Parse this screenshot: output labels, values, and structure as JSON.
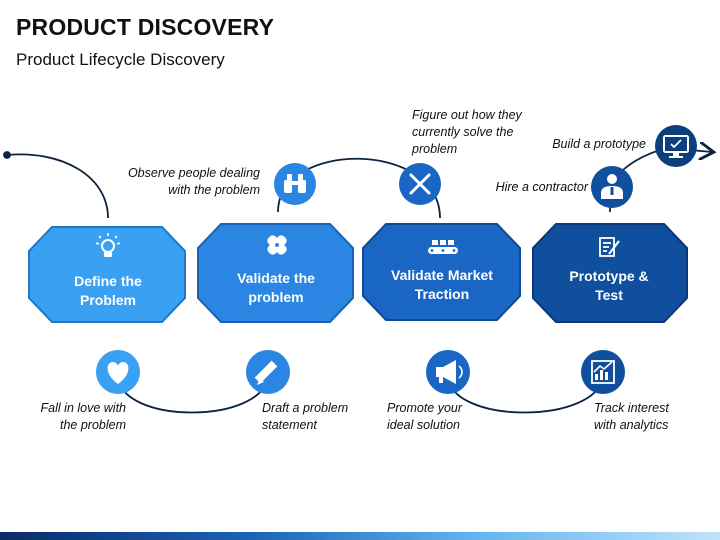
{
  "header": {
    "title": "PRODUCT DISCOVERY",
    "subtitle": "Product Lifecycle Discovery"
  },
  "colors": {
    "stage1": "#3aa0f2",
    "stage2": "#2a86e2",
    "stage3": "#1a66c5",
    "stage4": "#0f4f9e",
    "connector": "#0d2240"
  },
  "stages": [
    {
      "label": "Define the Problem",
      "lines": [
        "Define the",
        "Problem"
      ],
      "icon": "lightbulb-icon"
    },
    {
      "label": "Validate the problem",
      "lines": [
        "Validate the",
        "problem"
      ],
      "icon": "bandage-icon"
    },
    {
      "label": "Validate Market Traction",
      "lines": [
        "Validate Market",
        "Traction"
      ],
      "icon": "conveyor-icon"
    },
    {
      "label": "Prototype & Test",
      "lines": [
        "Prototype &",
        "Test"
      ],
      "icon": "checklist-icon"
    }
  ],
  "annotations": {
    "observe": [
      "Observe people dealing",
      "with the problem"
    ],
    "figure_out": [
      "Figure out how they",
      "currently solve the",
      "problem"
    ],
    "hire": [
      "Hire a contractor"
    ],
    "build": [
      "Build a prototype"
    ],
    "fall_in_love": [
      "Fall in love with",
      "the problem"
    ],
    "draft": [
      "Draft a problem",
      "statement"
    ],
    "promote": [
      "Promote your",
      "ideal solution"
    ],
    "track": [
      "Track interest",
      "with analytics"
    ]
  },
  "icons": {
    "observe": "binoculars-icon",
    "figure_out": "tools-icon",
    "hire": "contractor-icon",
    "build": "monitor-icon",
    "fall_in_love": "heart-icon",
    "draft": "pencil-icon",
    "promote": "megaphone-icon",
    "track": "analytics-icon"
  }
}
